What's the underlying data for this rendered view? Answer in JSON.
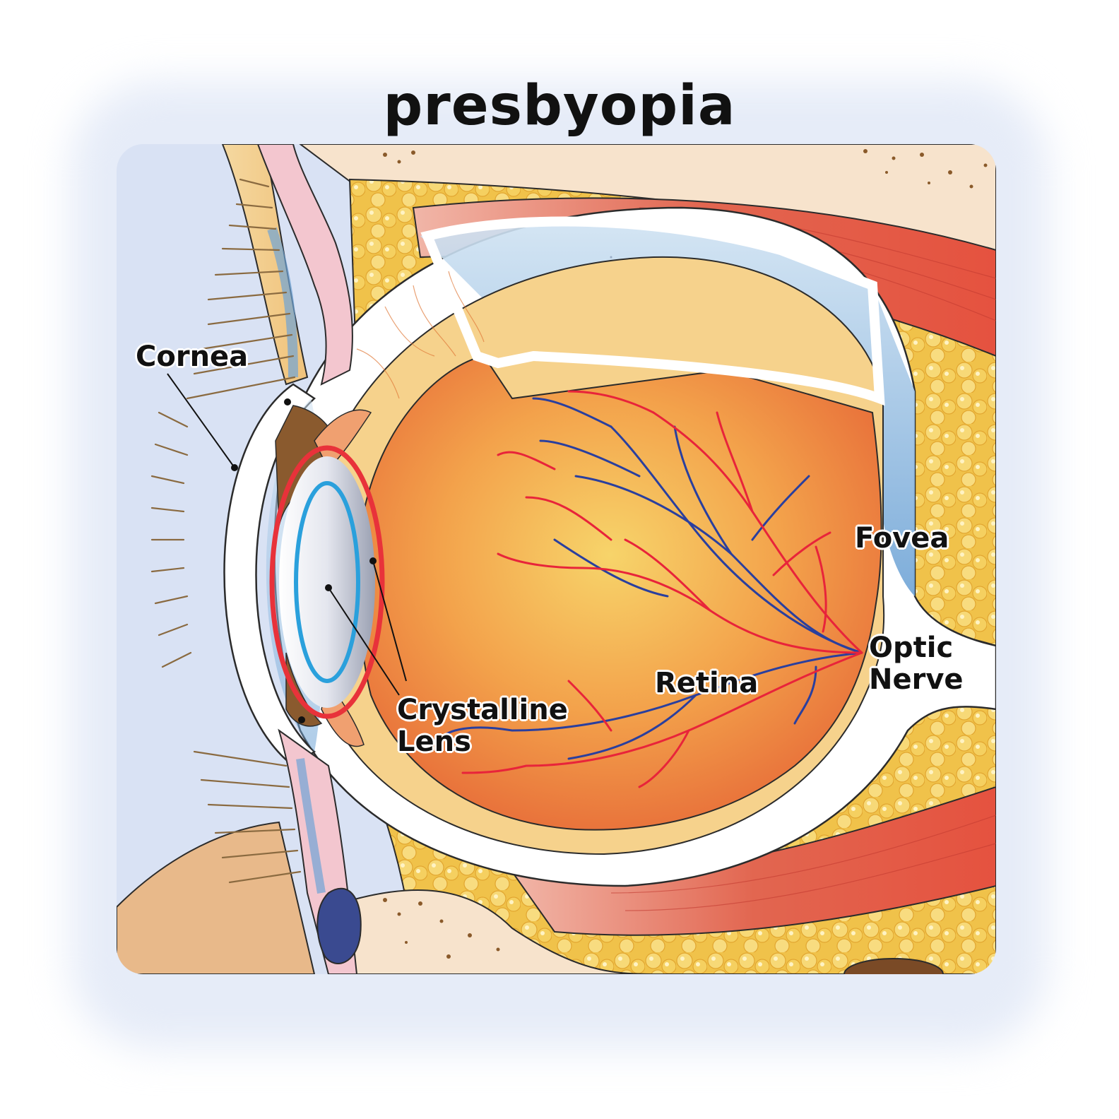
{
  "title": "presbyopia",
  "labels": {
    "cornea": "Cornea",
    "fovea": "Fovea",
    "optic_nerve_line1": "Optic",
    "optic_nerve_line2": "Nerve",
    "retina": "Retina",
    "lens_line1": "Crystalline",
    "lens_line2": "Lens"
  },
  "colors": {
    "background_blue": "#d9e2f4",
    "fat": "#f2c94c",
    "muscle": "#e0564a",
    "vitreous": "#f08a3a",
    "vein": "#2a3f9e",
    "artery": "#e8243a",
    "highlight_ring": "#e8323a",
    "lens_ring": "#2aa0dc"
  }
}
